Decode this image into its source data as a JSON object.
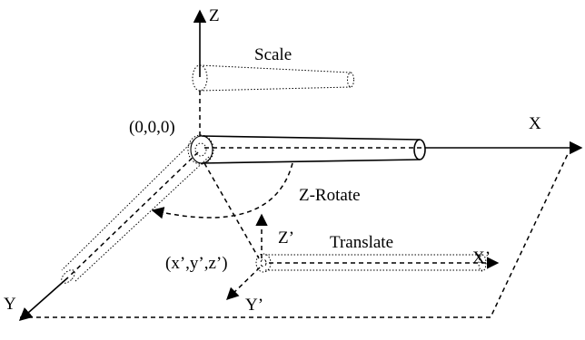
{
  "labels": {
    "z_axis": "Z",
    "x_axis": "X",
    "y_axis": "Y",
    "origin": "(0,0,0)",
    "scale": "Scale",
    "z_rotate": "Z-Rotate",
    "translate": "Translate",
    "local_origin": "(x’,y’,z’)",
    "local_x": "X’",
    "local_y": "Y’",
    "local_z": "Z’"
  },
  "colors": {
    "stroke": "#000000",
    "background": "#ffffff"
  }
}
